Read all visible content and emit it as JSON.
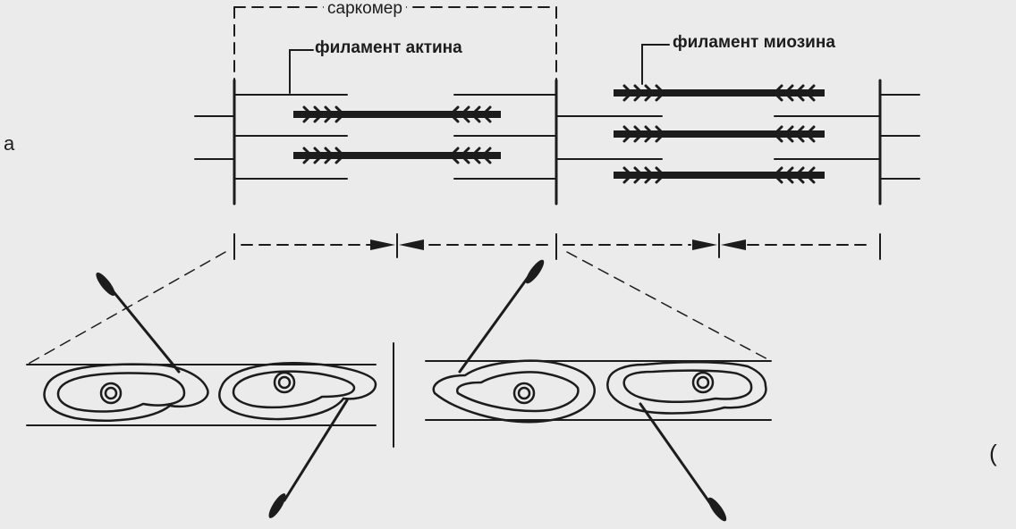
{
  "labels": {
    "sarcomere": "саркомер",
    "actin_filament": "филамент актина",
    "myosin_filament": "филамент миозина",
    "panel_a": "а",
    "panel_b": "("
  },
  "colors": {
    "ink": "#1c1c1c",
    "paper": "#ebebeb"
  }
}
